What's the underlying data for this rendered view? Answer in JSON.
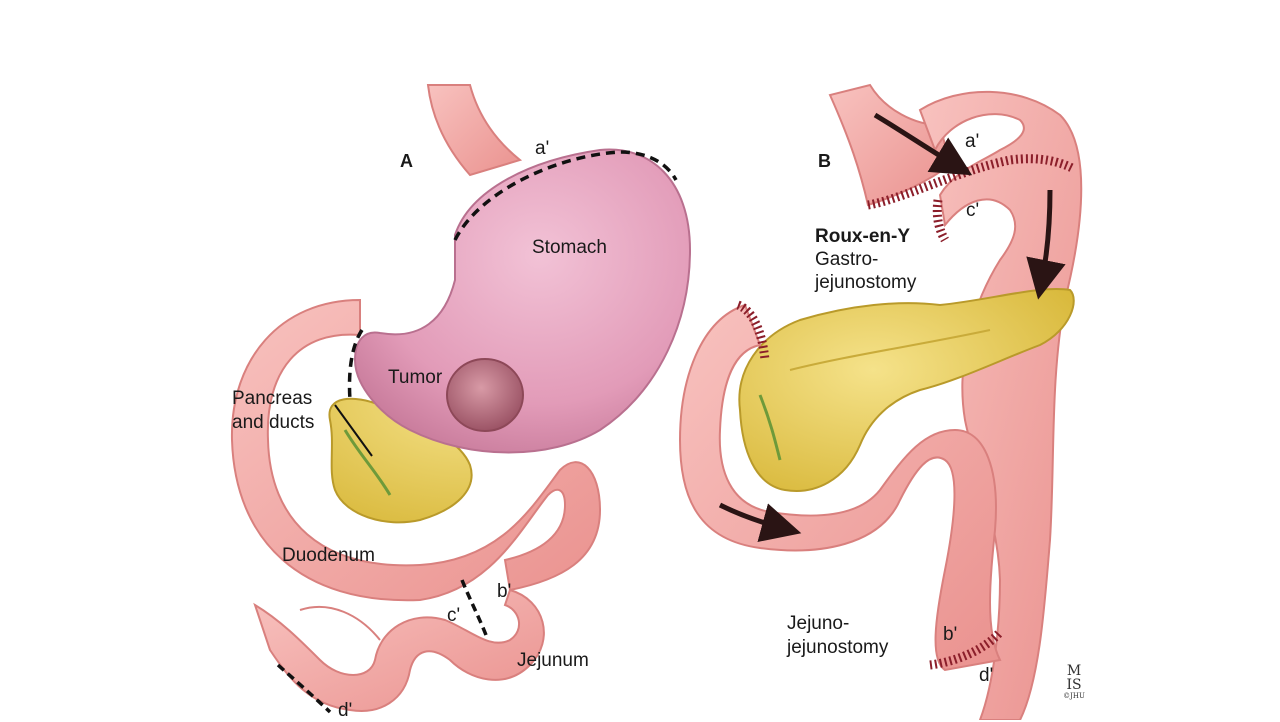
{
  "panel_a": {
    "letter": "A",
    "labels": {
      "a_prime": "a'",
      "stomach": "Stomach",
      "tumor": "Tumor",
      "pancreas_line1": "Pancreas",
      "pancreas_line2": "and ducts",
      "duodenum": "Duodenum",
      "c_prime": "c'",
      "b_prime": "b'",
      "jejunum": "Jejunum",
      "d_prime": "d'"
    }
  },
  "panel_b": {
    "letter": "B",
    "labels": {
      "a_prime": "a'",
      "c_prime": "c'",
      "roux_title": "Roux-en-Y",
      "roux_line2": "Gastro-",
      "roux_line3": "jejunostomy",
      "jj_line1": "Jejuno-",
      "jj_line2": "jejunostomy",
      "b_prime": "b'",
      "d_prime": "d'"
    }
  },
  "seal": {
    "line1": "M",
    "line2": "IS",
    "line3": "©JHU"
  },
  "colors": {
    "intestine": "#f2a7a4",
    "intestine_edge": "#d9807e",
    "stomach": "#e6a0bc",
    "pancreas": "#e8cf58",
    "tumor": "#b8707f",
    "cut_line": "#111111",
    "suture": "#8b1e2a"
  }
}
